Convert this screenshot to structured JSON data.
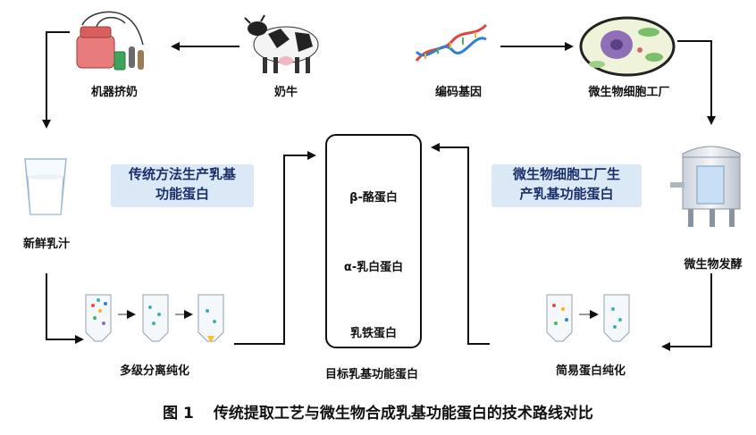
{
  "nodes": {
    "machine_milking": "机器挤奶",
    "dairy_cow": "奶牛",
    "encoding_gene": "编码基因",
    "microbial_factory": "微生物细胞工厂",
    "fresh_milk": "新鲜乳汁",
    "multi_stage_purification": "多级分离纯化",
    "microbial_fermentation": "微生物发酵",
    "simple_protein_purification": "简易蛋白纯化"
  },
  "callouts": {
    "traditional_line1": "传统方法生产乳基",
    "traditional_line2": "功能蛋白",
    "microbial_line1": "微生物细胞工厂生",
    "microbial_line2": "产乳基功能蛋白"
  },
  "center": {
    "proteins": [
      "β-酪蛋白",
      "α-乳白蛋白",
      "乳铁蛋白"
    ],
    "label": "目标乳基功能蛋白"
  },
  "caption": {
    "number": "图 1",
    "text": "传统提取工艺与微生物合成乳基功能蛋白的技术路线对比"
  }
}
